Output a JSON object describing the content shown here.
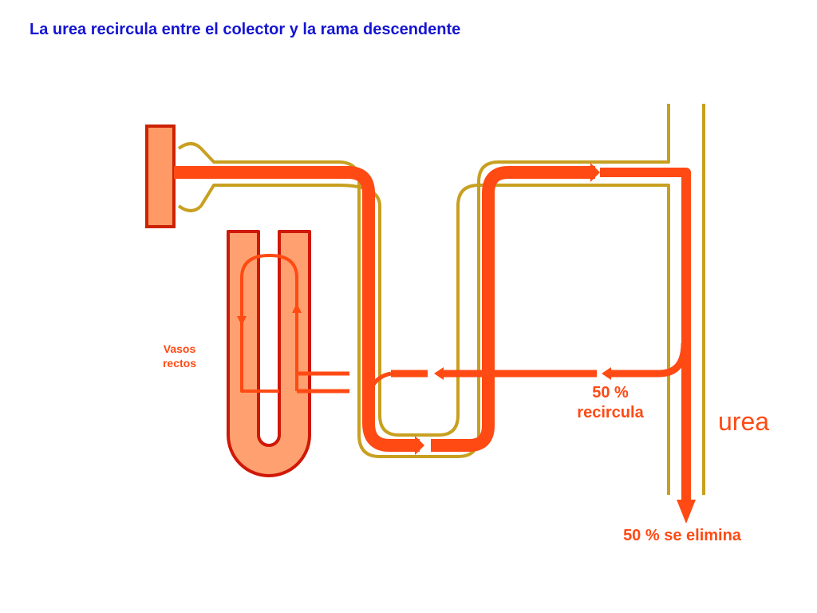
{
  "title": "La urea recircula entre el colector y la rama descendente",
  "labels": {
    "vasos_rectos": "Vasos rectos",
    "recircula": "50 % recircula",
    "urea": "urea",
    "se_elimina": "50 % se elimina"
  },
  "colors": {
    "title": "#1414d2",
    "urea_flow": "#ff4a14",
    "tubule_outline": "#c8a020",
    "vessel_fill": "#ffa070",
    "vessel_outline": "#d01808",
    "glomerulus_fill": "#ff9a66",
    "glomerulus_outline": "#cc2200"
  }
}
